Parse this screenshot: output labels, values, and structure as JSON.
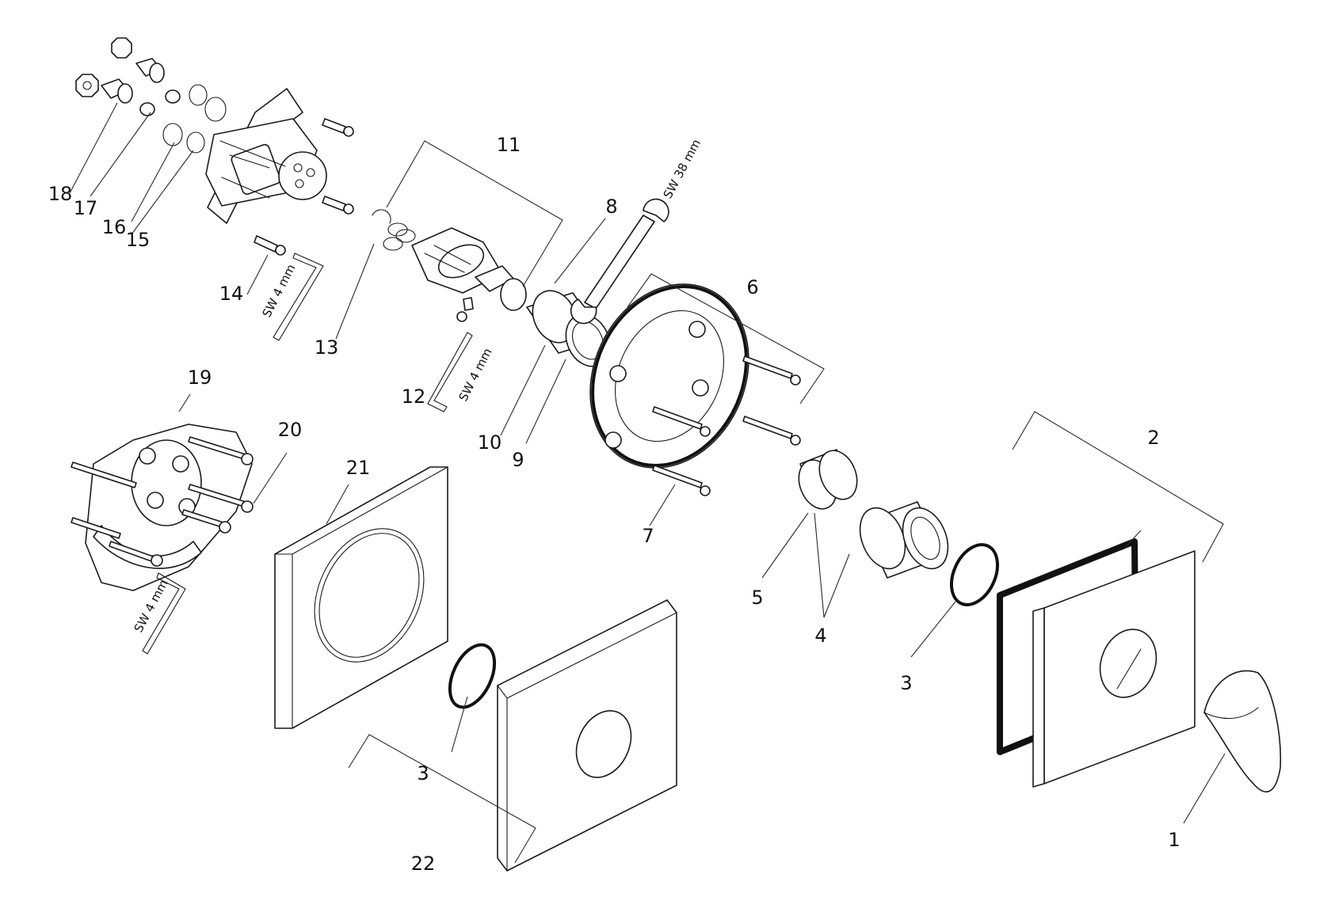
{
  "diagram": {
    "callouts": [
      {
        "id": "c1",
        "text": "1"
      },
      {
        "id": "c2",
        "text": "2"
      },
      {
        "id": "c3a",
        "text": "3"
      },
      {
        "id": "c3b",
        "text": "3"
      },
      {
        "id": "c4",
        "text": "4"
      },
      {
        "id": "c5",
        "text": "5"
      },
      {
        "id": "c6",
        "text": "6"
      },
      {
        "id": "c7",
        "text": "7"
      },
      {
        "id": "c8",
        "text": "8"
      },
      {
        "id": "c9",
        "text": "9"
      },
      {
        "id": "c10",
        "text": "10"
      },
      {
        "id": "c11",
        "text": "11"
      },
      {
        "id": "c12",
        "text": "12"
      },
      {
        "id": "c13",
        "text": "13"
      },
      {
        "id": "c14",
        "text": "14"
      },
      {
        "id": "c15",
        "text": "15"
      },
      {
        "id": "c16",
        "text": "16"
      },
      {
        "id": "c17",
        "text": "17"
      },
      {
        "id": "c18",
        "text": "18"
      },
      {
        "id": "c19",
        "text": "19"
      },
      {
        "id": "c20",
        "text": "20"
      },
      {
        "id": "c21",
        "text": "21"
      },
      {
        "id": "c22",
        "text": "22"
      }
    ],
    "tool_labels": {
      "wrench": "SW 38 mm",
      "hex_key_14": "SW 4 mm",
      "hex_key_12": "SW 4 mm",
      "hex_key_19": "SW 4 mm"
    }
  }
}
